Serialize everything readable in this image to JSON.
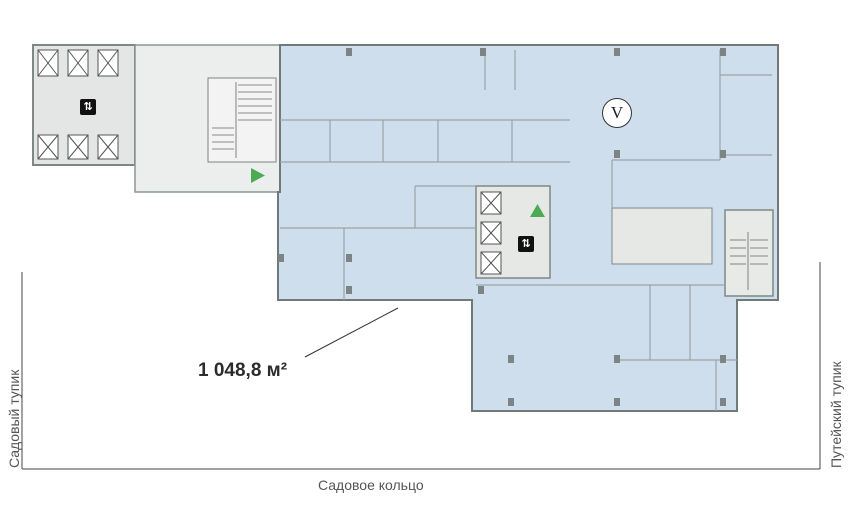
{
  "area": {
    "value": "1 048,8 м²"
  },
  "streets": {
    "bottom": "Садовое кольцо",
    "left": "Садовый тупик",
    "right": "Путейский тупик"
  },
  "markers": {
    "v_label": "V",
    "lift_symbol": "⇅"
  },
  "colors": {
    "office_fill": "#cfdeec",
    "core_fill": "#e6e8e6",
    "wall": "#8c9694",
    "entrance_arrow": "#4caa55"
  }
}
